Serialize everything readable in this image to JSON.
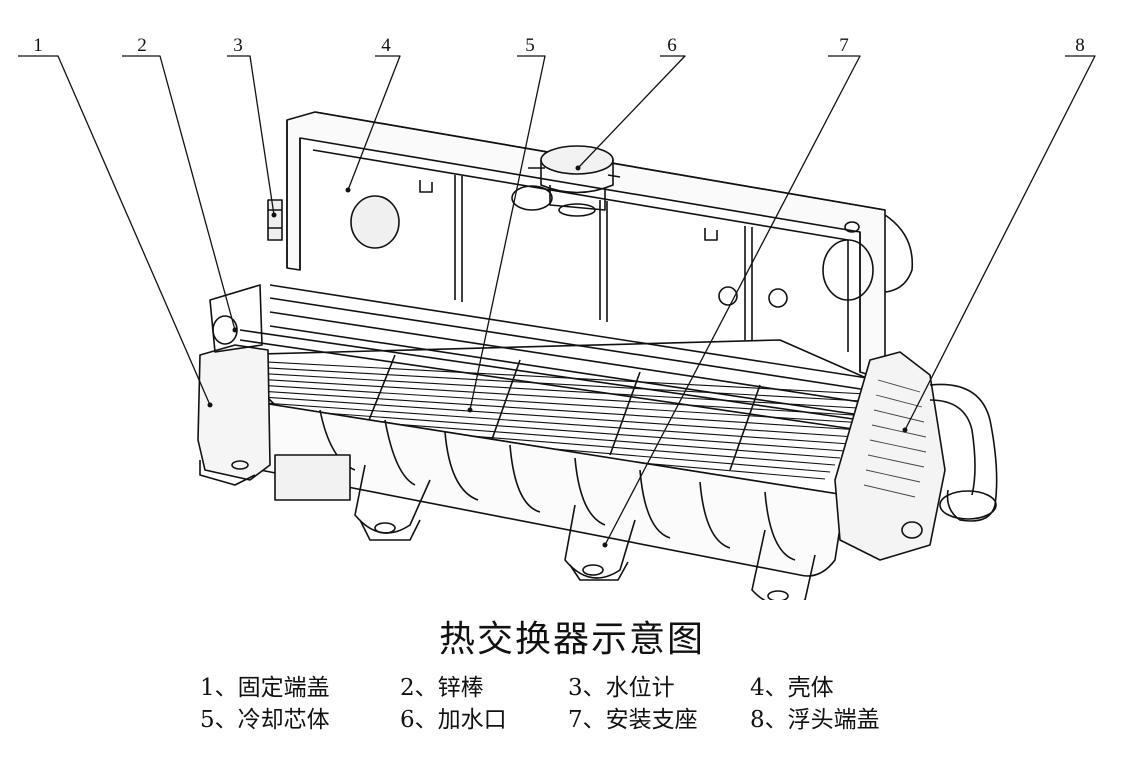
{
  "title": "热交换器示意图",
  "callouts": [
    "1",
    "2",
    "3",
    "4",
    "5",
    "6",
    "7",
    "8"
  ],
  "legend": {
    "row1": [
      "1、固定端盖",
      "2、锌棒",
      "3、水位计",
      "4、壳体"
    ],
    "row2": [
      "5、冷却芯体",
      "6、加水口",
      "7、安装支座",
      "8、浮头端盖"
    ]
  },
  "colors": {
    "line": "#111111",
    "background": "#ffffff",
    "shade": "#e6e6e6"
  }
}
